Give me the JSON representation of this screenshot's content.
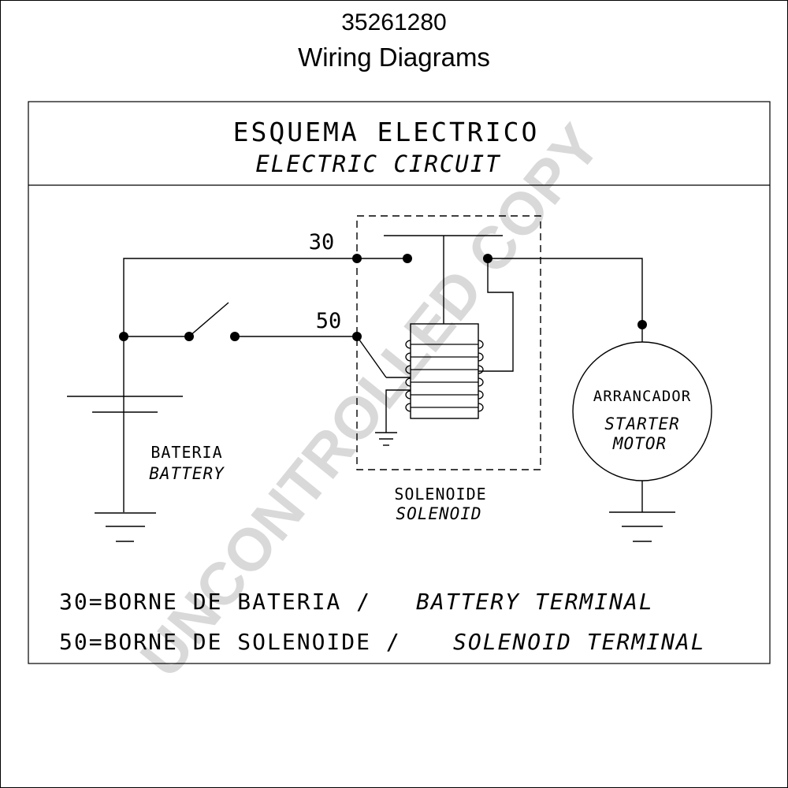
{
  "header": {
    "doc_number": "35261280",
    "doc_title": "Wiring Diagrams"
  },
  "diagram": {
    "title_es": "ESQUEMA ELECTRICO",
    "title_en": "ELECTRIC CIRCUIT",
    "terminal_30": "30",
    "terminal_50": "50",
    "battery_es": "BATERIA",
    "battery_en": "BATTERY",
    "solenoid_es": "SOLENOIDE",
    "solenoid_en": "SOLENOID",
    "starter_es": "ARRANCADOR",
    "starter_en_1": "STARTER",
    "starter_en_2": "MOTOR",
    "legend": [
      {
        "es": "30=BORNE DE BATERIA /",
        "en": "BATTERY TERMINAL"
      },
      {
        "es": "50=BORNE DE SOLENOIDE /",
        "en": "SOLENOID TERMINAL"
      }
    ]
  },
  "watermark": "UNCONTROLLED COPY",
  "colors": {
    "ink": "#000000",
    "watermark": "#d9d9d9"
  }
}
